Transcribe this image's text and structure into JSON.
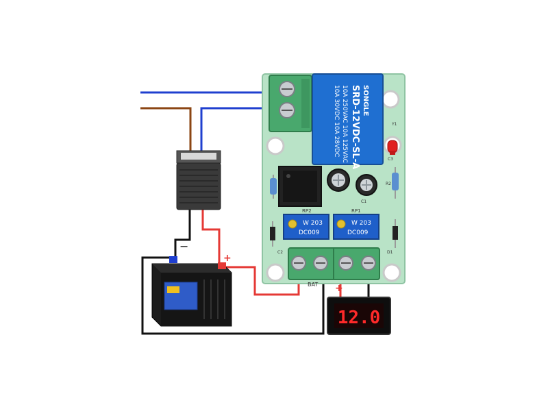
{
  "colors": {
    "background": "#ffffff",
    "pcb": "#b9e3c7",
    "terminal": "#49a86d",
    "relay": "#1f6fd1",
    "potentiometer": "#1f5fc9",
    "wire_red": "#e53935",
    "wire_black": "#111111",
    "wire_blue": "#1f3fcf",
    "wire_brown": "#8b4513",
    "adapter": "#3a3a3a",
    "battery": "#1c1c1c",
    "display_digits": "#ff2a2a",
    "led": "#e02020"
  },
  "labels": {
    "relay": {
      "line1": "SRD-12VDC-SL-A",
      "line2": "10A 250VAC  10A 125VAC",
      "line3": "10A 30VDC  10A 28VDC",
      "brand": "SONGLE"
    },
    "pot_rp2": {
      "label": "RP2",
      "value": "W 203",
      "code": "DC009"
    },
    "pot_rp1": {
      "label": "RP1",
      "value": "W 203",
      "code": "DC009"
    },
    "battery_terminal": "BAT",
    "minus_sign": "−",
    "plus_sign_battery": "+",
    "plus_sign_meter": "+",
    "voltmeter_reading": "12.0",
    "silk": {
      "c3": "C3",
      "c2": "C2",
      "c1": "C1",
      "d1": "D1",
      "r2": "R2",
      "y1": "Y1"
    }
  },
  "icons": {
    "adapter": "power-adapter-icon",
    "battery": "car-battery-icon",
    "voltmeter": "digital-voltmeter-icon"
  }
}
